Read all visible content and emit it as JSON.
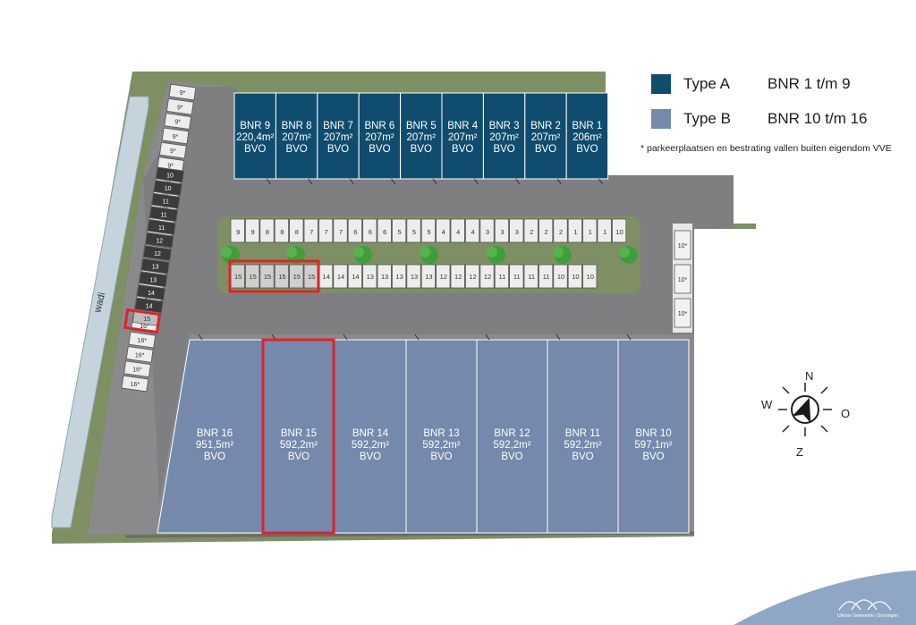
{
  "legend": {
    "type_a": {
      "label": "Type A",
      "range": "BNR 1 t/m 9",
      "color": "#0f4c6e"
    },
    "type_b": {
      "label": "Type B",
      "range": "BNR 10 t/m 16",
      "color": "#7489ab"
    }
  },
  "footnote": "* parkeerplaatsen en bestrating vallen buiten eigendom VVE",
  "type_a_units": [
    {
      "name": "BNR 9",
      "area": "220,4m²",
      "label": "BVO"
    },
    {
      "name": "BNR 8",
      "area": "207m²",
      "label": "BVO"
    },
    {
      "name": "BNR 7",
      "area": "207m²",
      "label": "BVO"
    },
    {
      "name": "BNR 6",
      "area": "207m²",
      "label": "BVO"
    },
    {
      "name": "BNR 5",
      "area": "207m²",
      "label": "BVO"
    },
    {
      "name": "BNR 4",
      "area": "207m²",
      "label": "BVO"
    },
    {
      "name": "BNR 3",
      "area": "207m²",
      "label": "BVO"
    },
    {
      "name": "BNR 2",
      "area": "207m²",
      "label": "BVO"
    },
    {
      "name": "BNR 1",
      "area": "206m²",
      "label": "BVO"
    }
  ],
  "type_b_units": [
    {
      "name": "BNR 16",
      "area": "951,5m²",
      "label": "BVO"
    },
    {
      "name": "BNR 15",
      "area": "592,2m²",
      "label": "BVO",
      "highlighted": true
    },
    {
      "name": "BNR 14",
      "area": "592,2m²",
      "label": "BVO"
    },
    {
      "name": "BNR 13",
      "area": "592,2m²",
      "label": "BVO"
    },
    {
      "name": "BNR 12",
      "area": "592,2m²",
      "label": "BVO"
    },
    {
      "name": "BNR 11",
      "area": "592,2m²",
      "label": "BVO"
    },
    {
      "name": "BNR 10",
      "area": "597,1m²",
      "label": "BVO"
    }
  ],
  "parking": {
    "center_top_row": [
      "9",
      "9",
      "8",
      "8",
      "8",
      "7",
      "7",
      "7",
      "6",
      "6",
      "6",
      "5",
      "5",
      "5",
      "4",
      "4",
      "4",
      "3",
      "3",
      "3",
      "2",
      "2",
      "2",
      "1",
      "1",
      "1",
      "10"
    ],
    "center_bottom_row": [
      "15",
      "15",
      "15",
      "15",
      "15",
      "15",
      "14",
      "14",
      "14",
      "13",
      "13",
      "13",
      "13",
      "13",
      "12",
      "12",
      "12",
      "12",
      "11",
      "11",
      "11",
      "11",
      "10",
      "10",
      "10"
    ],
    "center_bottom_highlight_count": 6,
    "left_outer_top": [
      "9*",
      "9*",
      "9*",
      "9*",
      "9*",
      "9*"
    ],
    "left_outer_bottom": [
      "16*",
      "16*",
      "16*",
      "16*",
      "16*",
      "16*",
      "16*",
      "16*",
      "16*",
      "16*",
      "16*",
      "16*",
      "16*",
      "16*",
      "16*"
    ],
    "left_inner": [
      "10",
      "10",
      "11",
      "11",
      "11",
      "12",
      "12",
      "13",
      "13",
      "14",
      "14",
      "15"
    ],
    "left_inner_highlight_index": 11,
    "right": [
      "10*",
      "10*",
      "10*"
    ]
  },
  "wadi_label": "wadi",
  "compass": {
    "n": "N",
    "o": "O",
    "z": "Z",
    "w": "W"
  },
  "logo_text": "Uitvoer Gemeente | Groningen",
  "colors": {
    "type_a": "#0f4c6e",
    "type_b": "#7489ab",
    "paving": "#8a8a8c",
    "grass": "#7e8f63",
    "wadi": "#c5d4dc",
    "tree": "#3f9e3b",
    "highlight": "#e0232b"
  }
}
